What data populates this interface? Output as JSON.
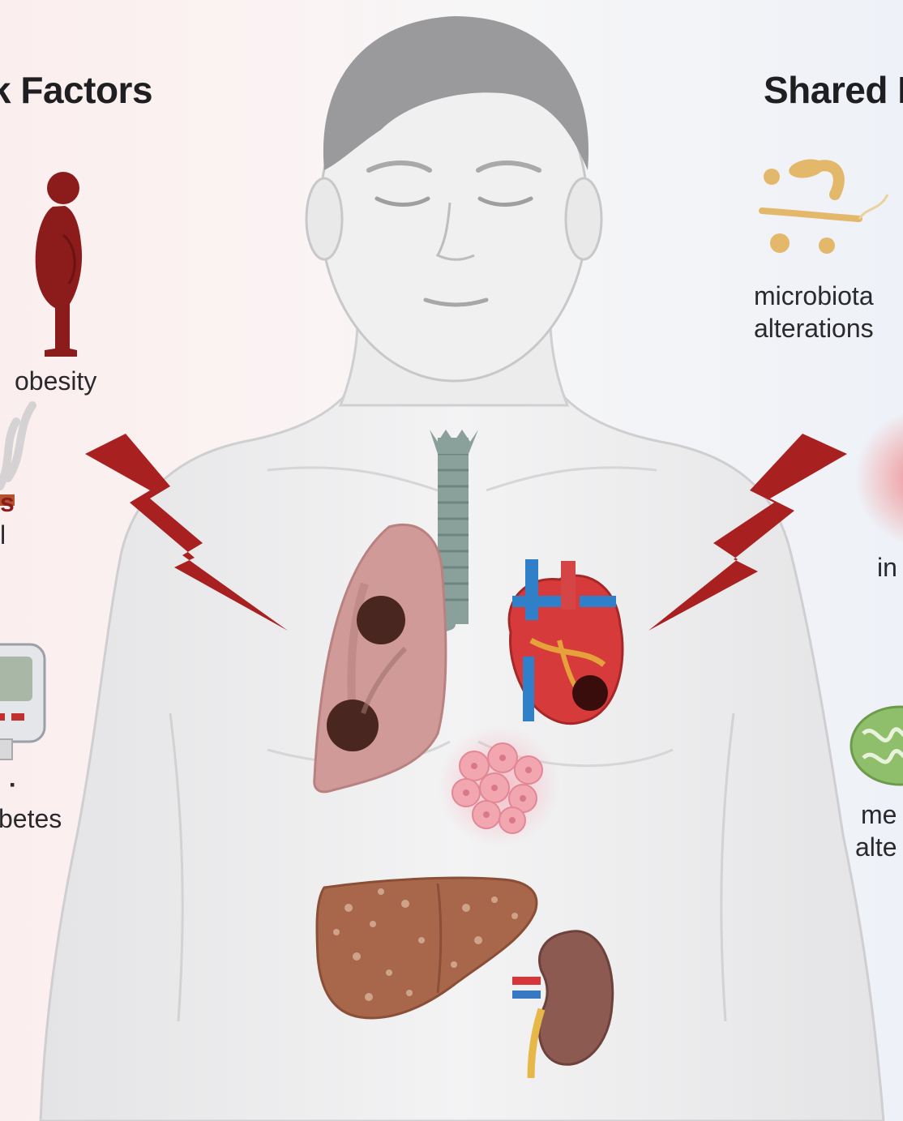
{
  "headings": {
    "left": "k Factors",
    "right": "Shared M"
  },
  "left_labels": {
    "obesity": "obesity",
    "smoking_fragment": "s",
    "smoking_fragment2": "l",
    "diabetes": "betes",
    "diabetes_mark": "▪"
  },
  "right_labels": {
    "microbiota_1": "microbiota",
    "microbiota_2": "alterations",
    "inflammation_fragment": "in",
    "metabolic_1": "me",
    "metabolic_2": "alte"
  },
  "colors": {
    "lightning": "#a8201f",
    "lightning_dark": "#7e1616",
    "skin": "#efefef",
    "outline": "#c9c9cb",
    "hair": "#9a9a9c",
    "trachea": "#8aa09a",
    "lung": "#cf9a98",
    "tumor": "#4a2620",
    "liver": "#a8674a",
    "kidney": "#8d5a52",
    "heart_red": "#d63a3a",
    "heart_blue": "#2f7fc9",
    "silhouette": "#8c1c1c",
    "bacteria": "#e3b86a",
    "mito": "#8fbf6a",
    "adipose": "#f2a6b0"
  },
  "icons": [
    "lightning-bolt-icon",
    "obese-person-icon",
    "glucose-meter-icon",
    "smoke-icon",
    "bacteria-icon",
    "inflammation-glow-icon",
    "mitochondria-icon",
    "lung-icon",
    "heart-icon",
    "liver-icon",
    "kidney-icon",
    "adipose-tissue-icon",
    "trachea-icon"
  ]
}
